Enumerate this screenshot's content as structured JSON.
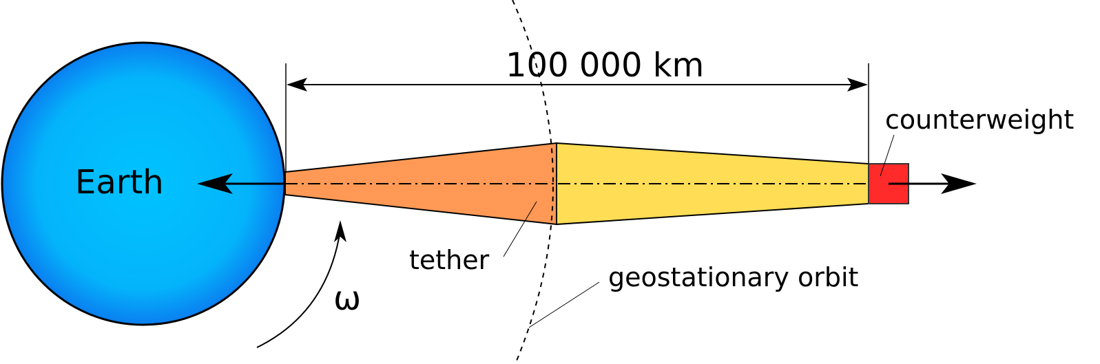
{
  "labels": {
    "distance": "100 000 km",
    "earth": "Earth",
    "counterweight": "counterweight",
    "tether": "tether",
    "orbit": "geostationary orbit",
    "omega": "ω"
  },
  "colors": {
    "earth_center": "#00c3ff",
    "earth_edge": "#0a7ff0",
    "tether_lower": "#ff9955",
    "tether_upper": "#ffdd55",
    "counterweight": "#ff2a2a",
    "line": "#000000"
  }
}
